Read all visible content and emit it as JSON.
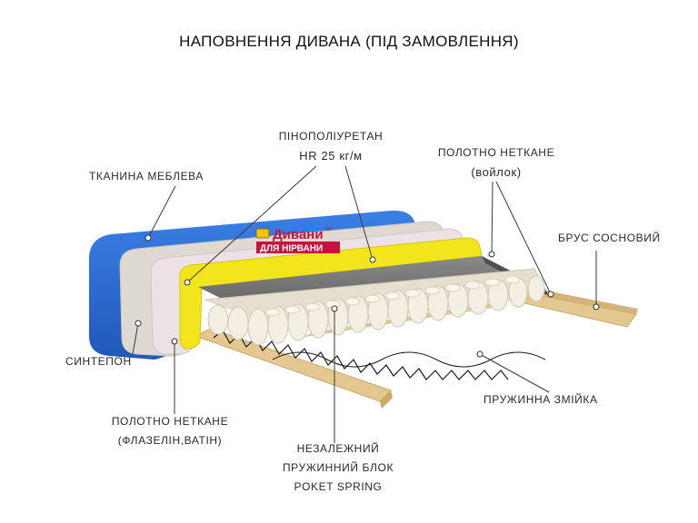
{
  "title": "НАПОВНЕННЯ ДИВАНА (ПІД ЗАМОВЛЕННЯ)",
  "labels": {
    "fabric": "ТКАНИНА МЕБЛЕВА",
    "ppu_line1": "ПІНОПОЛІУРЕТАН",
    "ppu_line2": "HR 25 кг/м",
    "felt_line1": "ПОЛОТНО НЕТКАНЕ",
    "felt_line2": "(войлок)",
    "beam": "БРУС СОСНОВИЙ",
    "sintepon": "СИНТЕПОН",
    "nonwoven_line1": "ПОЛОТНО НЕТКАНЕ",
    "nonwoven_line2": "(ФЛАЗЕЛІН,ВАТІН)",
    "pocket_line1": "НЕЗАЛЕЖНИЙ",
    "pocket_line2": "ПРУЖИННИЙ БЛОК",
    "pocket_line3": "POKET SPRING",
    "zigzag": "ПРУЖИННА ЗМІЙКА"
  },
  "logo": {
    "line1": "Дивани",
    "line2": "ДЛЯ НІРВАНИ",
    "mark": "TM"
  },
  "colors": {
    "fabric": "#2f6fd6",
    "sintepon": "#dedad2",
    "nonwoven": "#eadfe2",
    "ppu": "#f2e51c",
    "felt": "#6b6b6b",
    "springs": "#f4efe3",
    "wood": "#e2c48a",
    "logo_red": "#c4143c",
    "logo_yellow": "#f5c400"
  }
}
